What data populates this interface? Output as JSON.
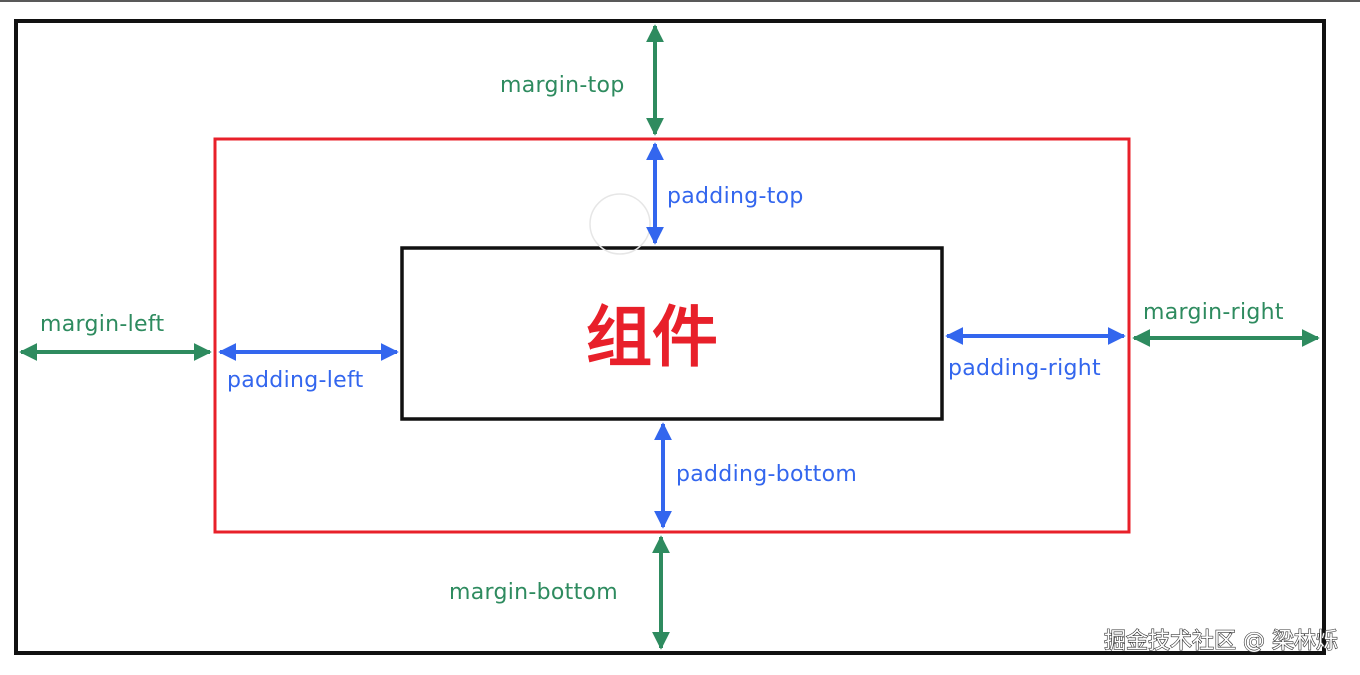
{
  "component": {
    "label": "组件"
  },
  "margin": {
    "top": "margin-top",
    "bottom": "margin-bottom",
    "left": "margin-left",
    "right": "margin-right"
  },
  "padding": {
    "top": "padding-top",
    "bottom": "padding-bottom",
    "left": "padding-left",
    "right": "padding-right"
  },
  "watermark": "掘金技术社区 @ 梁林烁",
  "colors": {
    "outer_border": "#111111",
    "border_box": "#e8202a",
    "content_box": "#111111",
    "margin": "#2e8b5f",
    "padding": "#3366ee",
    "component_text": "#e8202a",
    "watermark": "#ffffff",
    "watermark_shadow": "#333333"
  }
}
